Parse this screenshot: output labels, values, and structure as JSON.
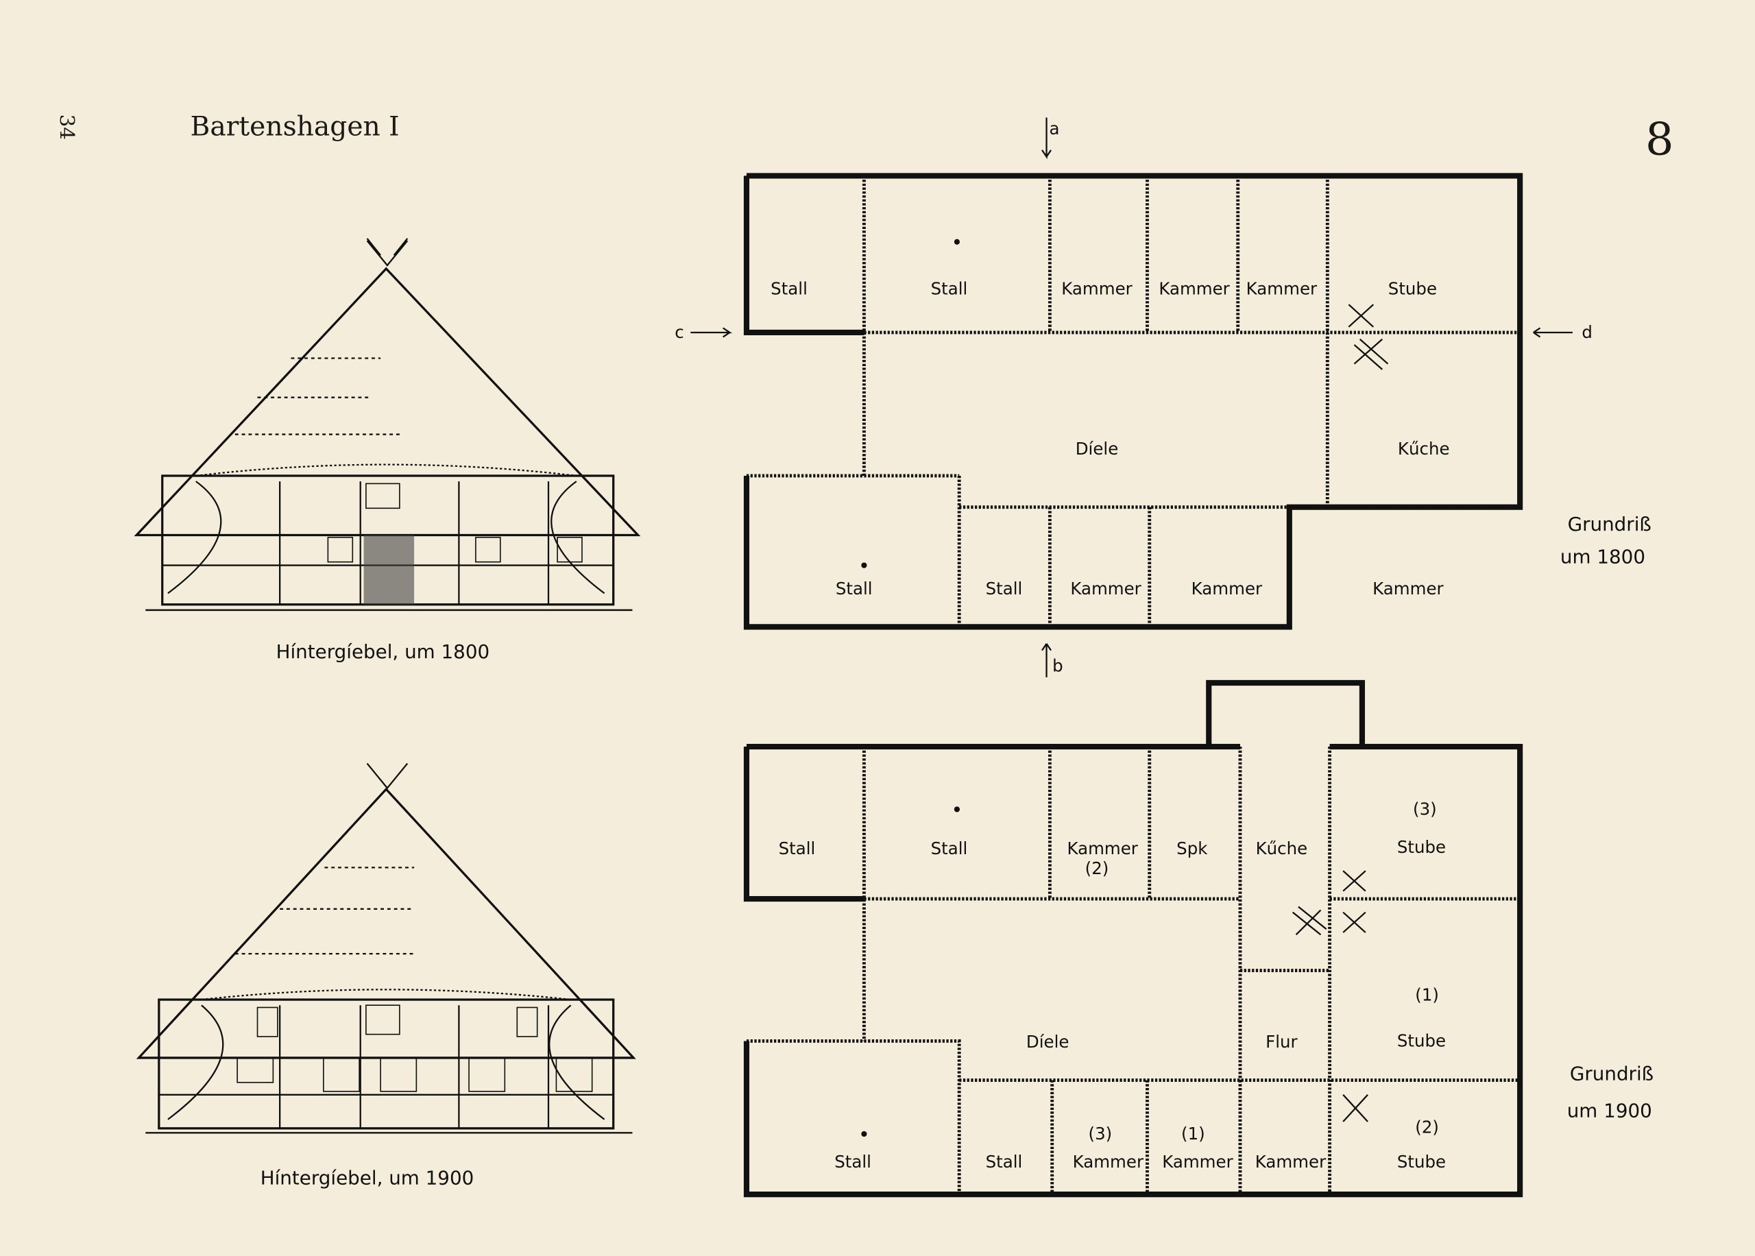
{
  "page": {
    "number": "34",
    "title": "Bartenshagen I",
    "plate": "8"
  },
  "elevations": [
    {
      "caption": "Híntergíebel, um 1800"
    },
    {
      "caption": "Híntergíebel, um 1900"
    }
  ],
  "plan_1800": {
    "caption_line1": "Grundriß",
    "caption_line2": "um 1800",
    "section_marks": {
      "a": "a",
      "b": "b",
      "c": "c",
      "d": "d"
    },
    "rooms": [
      "Stall",
      "Stall",
      "Kammer",
      "Kammer",
      "Kammer",
      "Stube",
      "Díele",
      "Kűche",
      "Stall",
      "Stall",
      "Kammer",
      "Kammer",
      "Kammer"
    ]
  },
  "plan_1900": {
    "caption_line1": "Grundriß",
    "caption_line2": "um 1900",
    "rooms": [
      "Stall",
      "Stall",
      "Kammer",
      "(2)",
      "Spk",
      "Kűche",
      "(3)",
      "Stube",
      "Díele",
      "Flur",
      "(1)",
      "Stube",
      "Stall",
      "Stall",
      "(3)",
      "Kammer",
      "(1)",
      "Kammer",
      "Kammer",
      "(2)",
      "Stube"
    ]
  }
}
